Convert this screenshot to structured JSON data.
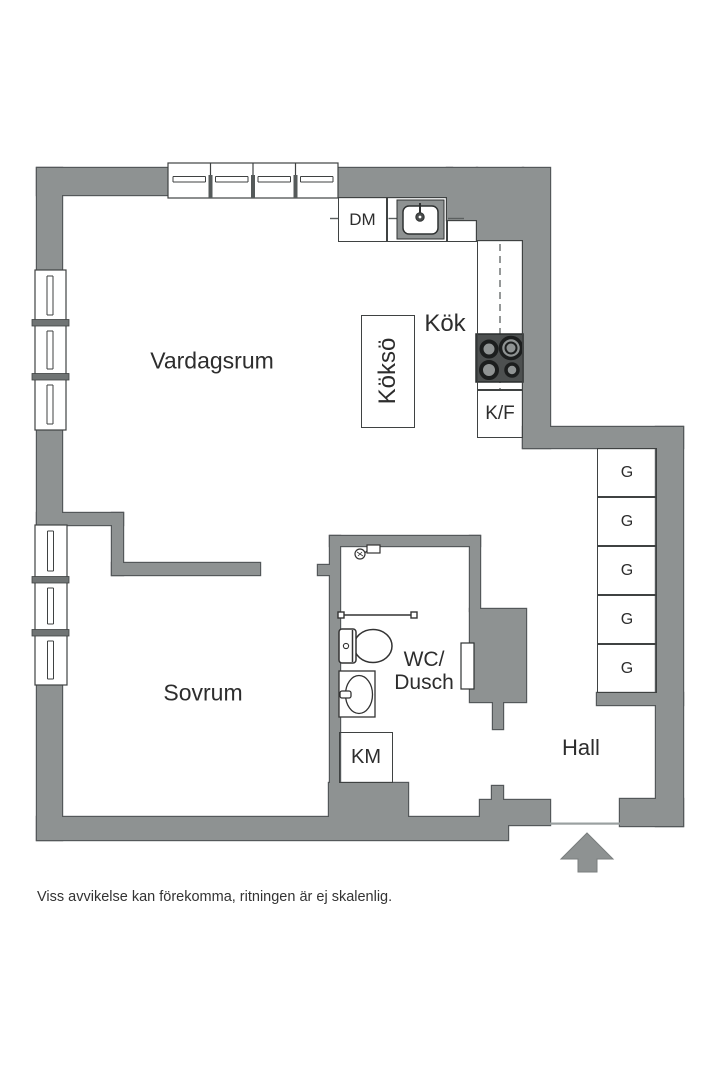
{
  "plan": {
    "rooms": {
      "vardagsrum": "Vardagsrum",
      "sovrum": "Sovrum",
      "kok": "Kök",
      "kokso": "Köksö",
      "wc_line1": "WC/",
      "wc_line2": "Dusch",
      "hall": "Hall"
    },
    "appliances": {
      "dm": "DM",
      "km": "KM",
      "kf": "K/F"
    },
    "closets": [
      "G",
      "G",
      "G",
      "G",
      "G"
    ],
    "disclaimer": "Viss avvikelse kan förekomma, ritningen är ej skalenlig.",
    "colors": {
      "wall": "#8e9292",
      "wall_outline": "#54585a",
      "stove": "#4d5050",
      "text": "#2d2d2d"
    }
  }
}
